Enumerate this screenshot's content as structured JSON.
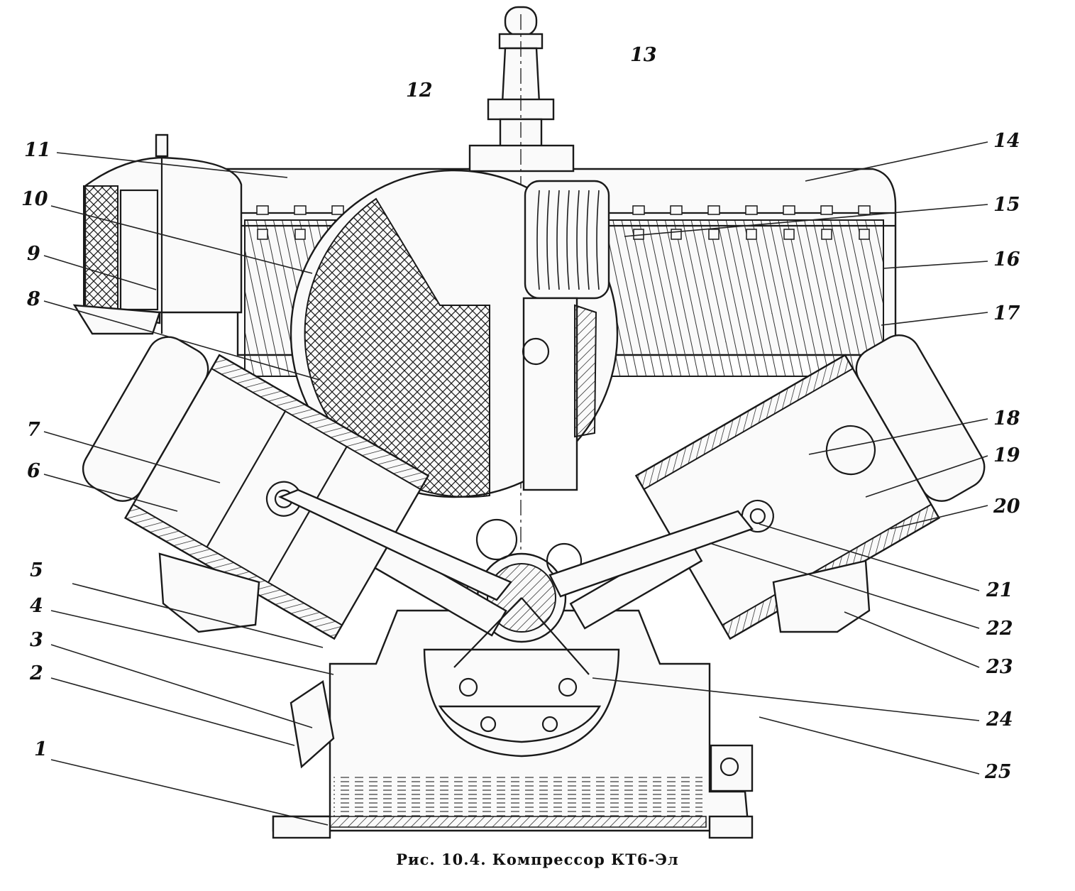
{
  "caption": "Рис. 10.4. Компрессор КТ6-Эл",
  "callouts": [
    "1",
    "2",
    "3",
    "4",
    "5",
    "6",
    "7",
    "8",
    "9",
    "10",
    "11",
    "12",
    "13",
    "14",
    "15",
    "16",
    "17",
    "18",
    "19",
    "20",
    "21",
    "22",
    "23",
    "24",
    "25"
  ],
  "colors": {
    "ink": "#1a1a1a",
    "paper": "#ffffff"
  }
}
